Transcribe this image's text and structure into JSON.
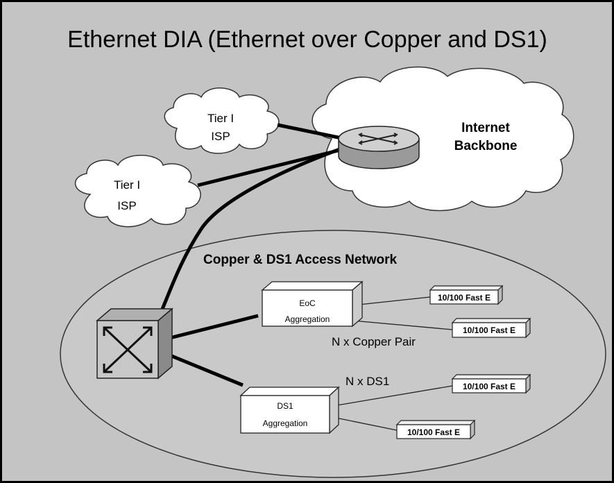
{
  "title": "Ethernet DIA (Ethernet over Copper and DS1)",
  "clouds": {
    "isp_top": [
      "Tier I",
      "ISP"
    ],
    "isp_left": [
      "Tier I",
      "ISP"
    ],
    "backbone": [
      "Internet",
      "Backbone"
    ]
  },
  "access_network": {
    "label": "Copper & DS1 Access Network"
  },
  "eoc": {
    "line1": "EoC",
    "line2": "Aggregation"
  },
  "ds1": {
    "line1": "DS1",
    "line2": "Aggregation"
  },
  "ports": {
    "p1": "10/100 Fast E",
    "p2": "10/100 Fast E",
    "p3": "10/100 Fast E",
    "p4": "10/100 Fast E"
  },
  "links": {
    "copper": "N x Copper Pair",
    "ds1": "N x DS1"
  },
  "icons": {
    "router": "router-icon",
    "switch": "switch-icon"
  }
}
